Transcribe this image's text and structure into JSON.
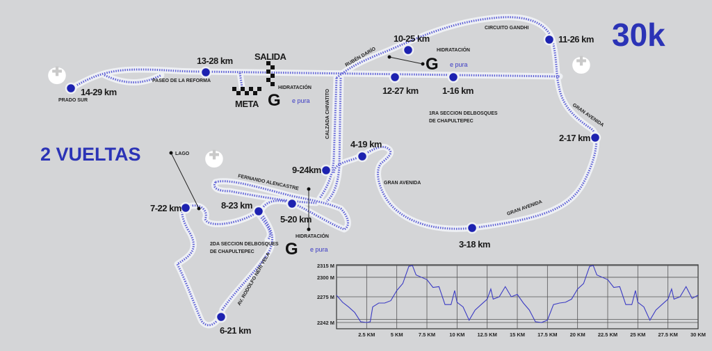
{
  "title": "30k",
  "laps": "2 VUELTAS",
  "start_label": "SALIDA",
  "finish_label": "META",
  "hydration_label": "HIDRATACIÓN",
  "sponsor_label": "e pura",
  "colors": {
    "background": "#d4d5d7",
    "accent": "#2b33b6",
    "marker": "#1d22b0",
    "route_dots": "#5d5fd6",
    "elevation_line": "#3a3ac4"
  },
  "markers": [
    "14-29 km",
    "13-28 km",
    "10-25 km",
    "11-26 km",
    "12-27 km",
    "1-16 km",
    "2-17 km",
    "3-18 km",
    "4-19 km",
    "9-24km",
    "8-23 km",
    "5-20 km",
    "7-22 km",
    "6-21 km"
  ],
  "streets": {
    "prado_sur": "PRADO SUR",
    "reforma": "PASEO DE LA REFORMA",
    "ruben_dario": "RUBÉN DARÍO",
    "gandhi": "CIRCUITO GANDHI",
    "gran_avenida_1": "GRAN AVENIDA",
    "gran_avenida_2": "GRAN AVENIDA",
    "gran_avenida_3": "GRAN AVENIDA",
    "chivatito": "CALZADA CHIVATITO",
    "alencastre": "FERNANDO ALENCASTRE",
    "lago": "LAGO",
    "neri_vela": "AV. RODOLFO NERI VELA",
    "seccion1_a": "1RA SECCION DELBOSQUES",
    "seccion1_b": "DE CHAPULTEPEC",
    "seccion2_a": "2DA SECCION DELBOSQUES",
    "seccion2_b": "DE CHAPULTEPEC"
  },
  "chart_data": {
    "type": "line",
    "title": "",
    "xlabel": "",
    "ylabel": "",
    "xlim": [
      0,
      30
    ],
    "ylim": [
      2234,
      2316
    ],
    "grid": true,
    "x_ticks": [
      2.5,
      5,
      7.5,
      10,
      12.5,
      15,
      17.5,
      20,
      22.5,
      25,
      27.5,
      30
    ],
    "x_tick_labels": [
      "2.5 KM",
      "5 KM",
      "7.5 KM",
      "10 KM",
      "12.5 KM",
      "15 KM",
      "17.5 KM",
      "20 KM",
      "22.5 KM",
      "25 KM",
      "27.5 KM",
      "30 KM"
    ],
    "y_ticks": [
      2242,
      2275,
      2300,
      2315
    ],
    "y_tick_labels": [
      "2242 M",
      "2275 M",
      "2300 M",
      "2315 M"
    ],
    "extra_y_gridlines": [
      2246
    ],
    "x": [
      0,
      0.5,
      1,
      1.5,
      2,
      2.5,
      2.8,
      3,
      3.5,
      4,
      4.5,
      5,
      5.5,
      6,
      6.3,
      6.6,
      7.5,
      8,
      8.5,
      9,
      9.5,
      9.8,
      10,
      10.5,
      11,
      11.5,
      12,
      12.5,
      12.8,
      13,
      13.5,
      14,
      14.5,
      15,
      15.5,
      16,
      16.5,
      17,
      17.5,
      18,
      18.5,
      19,
      19.5,
      20,
      20.5,
      21,
      21.3,
      21.6,
      22.5,
      23,
      23.5,
      24,
      24.5,
      24.8,
      25,
      25.5,
      26,
      26.5,
      27,
      27.5,
      27.8,
      28,
      28.5,
      29,
      29.5,
      30
    ],
    "y": [
      2277,
      2268,
      2262,
      2255,
      2243,
      2242,
      2243,
      2262,
      2267,
      2267,
      2270,
      2283,
      2292,
      2314,
      2315,
      2303,
      2297,
      2287,
      2288,
      2265,
      2265,
      2283,
      2268,
      2262,
      2245,
      2258,
      2265,
      2272,
      2285,
      2272,
      2275,
      2288,
      2275,
      2278,
      2267,
      2258,
      2243,
      2242,
      2245,
      2265,
      2267,
      2268,
      2272,
      2285,
      2292,
      2314,
      2315,
      2303,
      2297,
      2287,
      2288,
      2265,
      2265,
      2283,
      2268,
      2262,
      2245,
      2258,
      2265,
      2272,
      2285,
      2272,
      2275,
      2288,
      2273,
      2277
    ]
  }
}
